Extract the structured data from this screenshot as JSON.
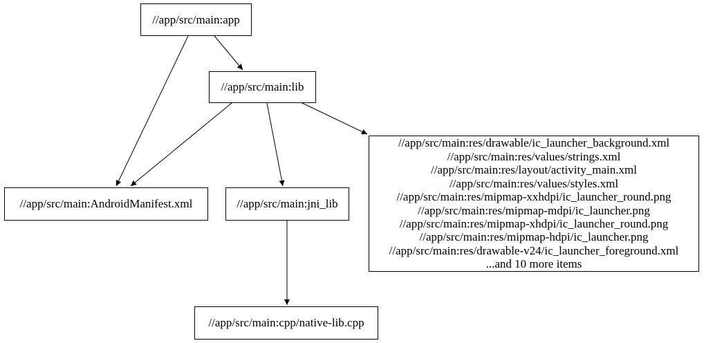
{
  "graph": {
    "kind": "dependency-graph",
    "colors": {
      "background": "#ffffff",
      "node_border": "#000000",
      "edge": "#000000",
      "text": "#000000"
    },
    "nodes": {
      "app": {
        "label": "//app/src/main:app"
      },
      "lib": {
        "label": "//app/src/main:lib"
      },
      "android_manifest": {
        "label": "//app/src/main:AndroidManifest.xml"
      },
      "jni_lib": {
        "label": "//app/src/main:jni_lib"
      },
      "native_lib": {
        "label": "//app/src/main:cpp/native-lib.cpp"
      },
      "res_group": {
        "lines": [
          "//app/src/main:res/drawable/ic_launcher_background.xml",
          "//app/src/main:res/values/strings.xml",
          "//app/src/main:res/layout/activity_main.xml",
          "//app/src/main:res/values/styles.xml",
          "//app/src/main:res/mipmap-xxhdpi/ic_launcher_round.png",
          "//app/src/main:res/mipmap-mdpi/ic_launcher.png",
          "//app/src/main:res/mipmap-xhdpi/ic_launcher_round.png",
          "//app/src/main:res/mipmap-hdpi/ic_launcher.png",
          "//app/src/main:res/drawable-v24/ic_launcher_foreground.xml",
          "...and 10 more items"
        ]
      }
    },
    "edges": [
      {
        "from": "app",
        "to": "lib"
      },
      {
        "from": "app",
        "to": "android_manifest"
      },
      {
        "from": "lib",
        "to": "android_manifest"
      },
      {
        "from": "lib",
        "to": "jni_lib"
      },
      {
        "from": "lib",
        "to": "res_group"
      },
      {
        "from": "jni_lib",
        "to": "native_lib"
      }
    ]
  }
}
